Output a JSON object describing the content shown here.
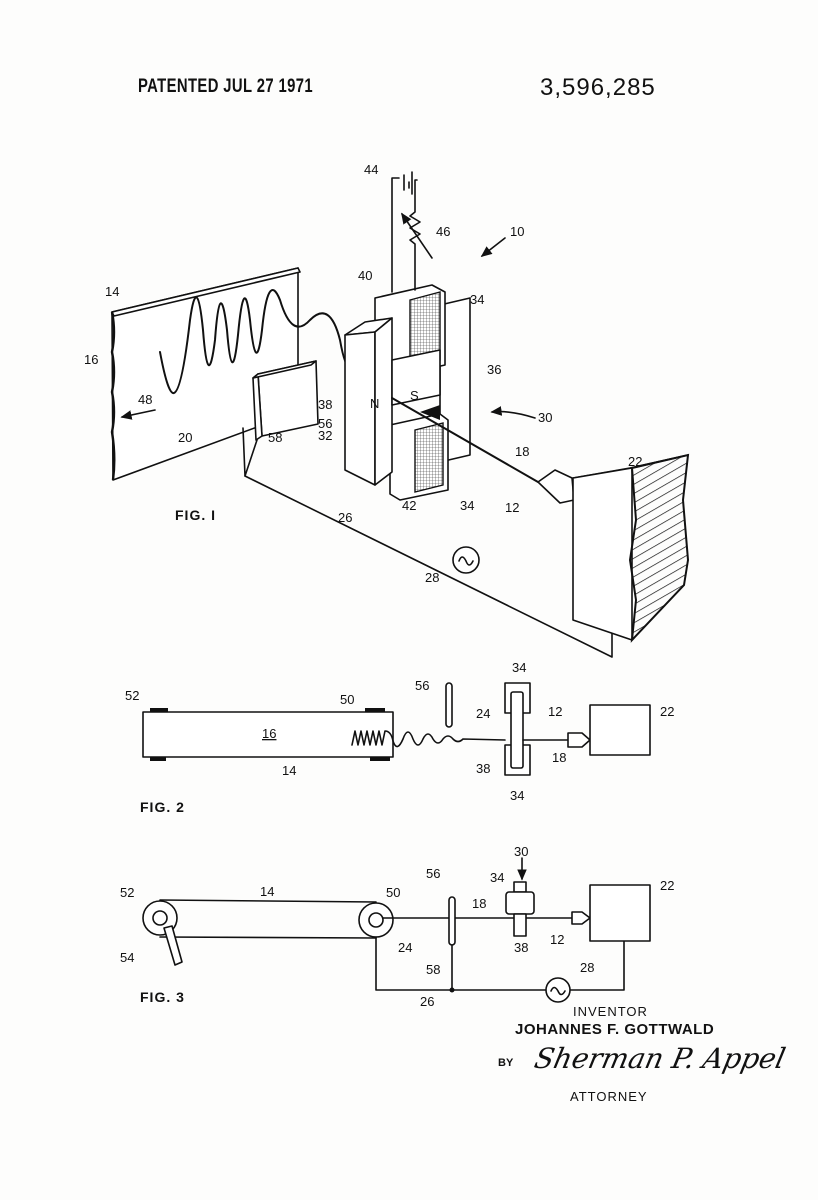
{
  "header": {
    "patented": "PATENTED JUL 27 1971",
    "patent_number": "3,596,285"
  },
  "fig1": {
    "caption": "FIG. I",
    "numerals": [
      "14",
      "16",
      "48",
      "20",
      "58",
      "56",
      "38",
      "32",
      "N",
      "S",
      "40",
      "34",
      "36",
      "30",
      "34",
      "42",
      "44",
      "46",
      "10",
      "18",
      "12",
      "22",
      "26",
      "28"
    ]
  },
  "fig2": {
    "caption": "FIG. 2",
    "numerals": [
      "52",
      "50",
      "16",
      "14",
      "56",
      "24",
      "34",
      "34",
      "38",
      "12",
      "18",
      "22"
    ]
  },
  "fig3": {
    "caption": "FIG. 3",
    "numerals": [
      "52",
      "14",
      "50",
      "54",
      "56",
      "24",
      "58",
      "18",
      "30",
      "34",
      "38",
      "12",
      "22",
      "28",
      "26"
    ]
  },
  "signature_block": {
    "inventor_label": "INVENTOR",
    "inventor_name": "JOHANNES F. GOTTWALD",
    "by_label": "BY",
    "signature": "Sherman P. Appel",
    "attorney_label": "ATTORNEY"
  }
}
